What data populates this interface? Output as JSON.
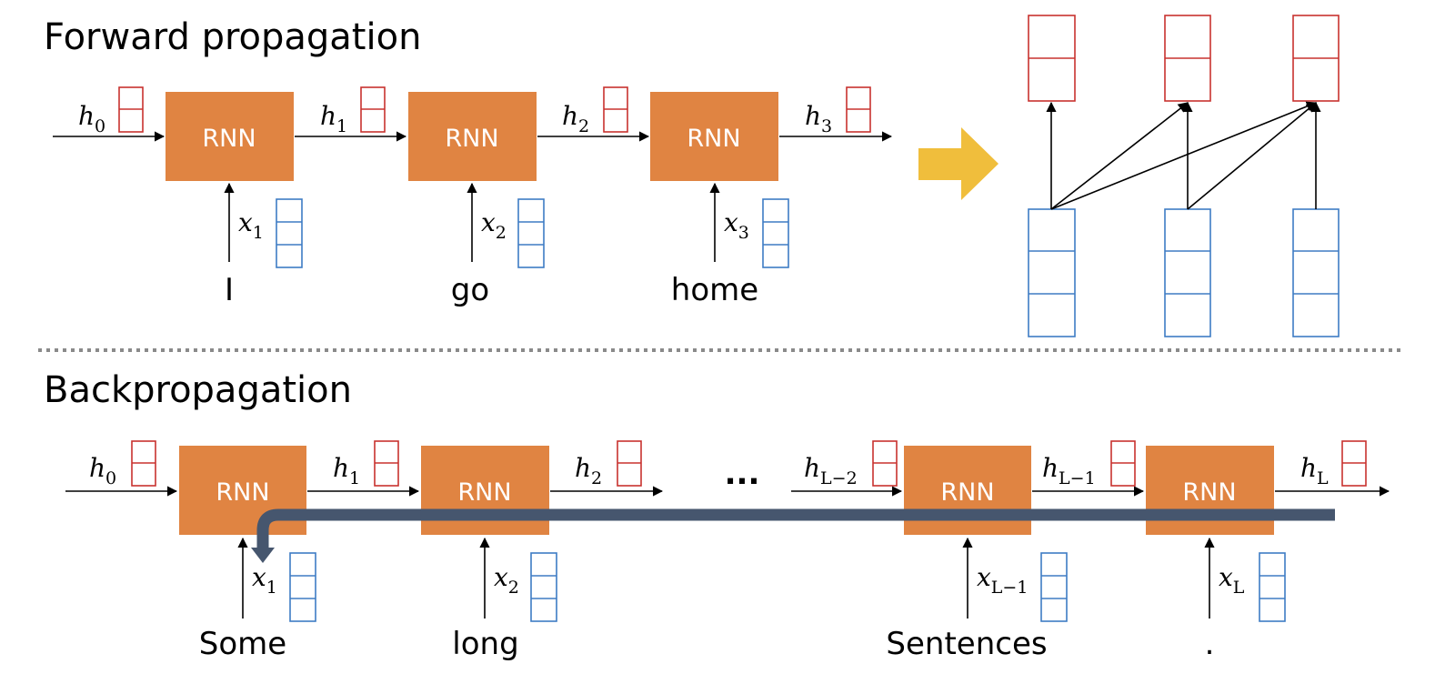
{
  "forward": {
    "title": "Forward propagation",
    "rnn_label": "RNN",
    "hidden": [
      {
        "base": "h",
        "sub": "0"
      },
      {
        "base": "h",
        "sub": "1"
      },
      {
        "base": "h",
        "sub": "2"
      },
      {
        "base": "h",
        "sub": "3"
      }
    ],
    "inputs": [
      {
        "base": "x",
        "sub": "1"
      },
      {
        "base": "x",
        "sub": "2"
      },
      {
        "base": "x",
        "sub": "3"
      }
    ],
    "words": [
      "I",
      "go",
      "home"
    ]
  },
  "backward": {
    "title": "Backpropagation",
    "rnn_label": "RNN",
    "ellipsis": "...",
    "hidden": [
      {
        "base": "h",
        "sub": "0"
      },
      {
        "base": "h",
        "sub": "1"
      },
      {
        "base": "h",
        "sub": "2"
      },
      {
        "base": "h",
        "sub": "L−2"
      },
      {
        "base": "h",
        "sub": "L−1"
      },
      {
        "base": "h",
        "sub": "L"
      }
    ],
    "inputs": [
      {
        "base": "x",
        "sub": "1"
      },
      {
        "base": "x",
        "sub": "2"
      },
      {
        "base": "x",
        "sub": "L−1"
      },
      {
        "base": "x",
        "sub": "L"
      }
    ],
    "words": [
      "Some",
      "long",
      "Sentences",
      "."
    ]
  },
  "colors": {
    "rnn_block": "#E08442",
    "hidden_box": "#C8322F",
    "input_box": "#3E7CC4",
    "transform_arrow": "#F0BE3C",
    "gradient_arrow": "#46566E",
    "separator": "#8A8A8A"
  }
}
